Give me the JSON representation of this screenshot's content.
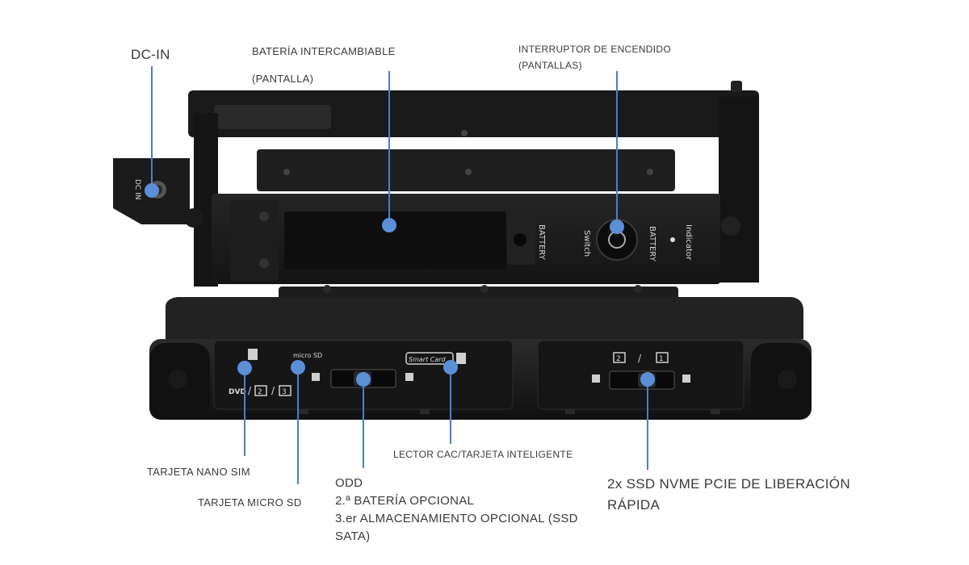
{
  "callouts": {
    "dc_in": "DC-IN",
    "bateria_1": "BATERÍA INTERCAMBIABLE",
    "bateria_2": "(PANTALLA)",
    "interruptor_1": "INTERRUPTOR DE ENCENDIDO",
    "interruptor_2": "(PANTALLAS)",
    "nano_sim": "TARJETA NANO SIM",
    "micro_sd": "TARJETA MICRO SD",
    "odd_1": "ODD",
    "odd_2": "2.ª BATERÍA OPCIONAL",
    "odd_3": "3.er ALMACENAMIENTO OPCIONAL (SSD",
    "odd_4": "SATA)",
    "lector": "LECTOR CAC/TARJETA INTELIGENTE",
    "ssd_1": "2x SSD NVME PCIE DE LIBERACIÓN",
    "ssd_2": "RÁPIDA"
  },
  "device_text": {
    "dc_in": "DC IN",
    "battery": "BATTERY",
    "switch": "Switch",
    "battery2": "BATTERY",
    "indicator": "Indicator",
    "smart_card": "Smart Card",
    "micro_sd": "micro SD",
    "dvd": "DVD",
    "bay_2": "2",
    "bay_3": "3",
    "ssd_2": "2",
    "ssd_1": "1"
  },
  "colors": {
    "marker": "#5b8fd6",
    "leader": "#4a7fc8",
    "body": "#1c1c1c"
  }
}
